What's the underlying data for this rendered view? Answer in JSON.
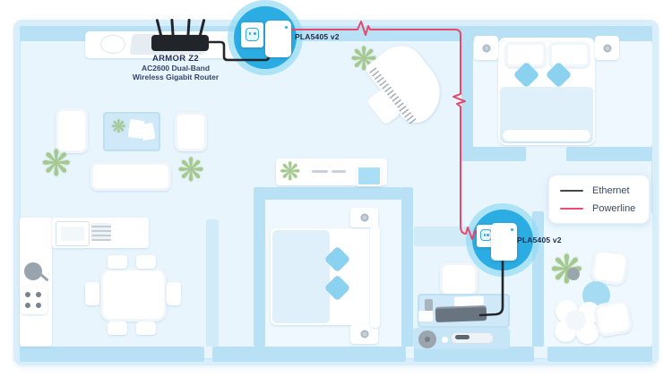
{
  "network": {
    "router": {
      "name": "ARMOR Z2",
      "desc1": "AC2600 Dual-Band",
      "desc2": "Wireless Gigabit Router"
    },
    "adapter1_label": "PLA5405 v2",
    "adapter2_label": "PLA5405 v2"
  },
  "legend": {
    "items": [
      {
        "label": "Ethernet",
        "color": "#43484f"
      },
      {
        "label": "Powerline",
        "color": "#ee4d71"
      }
    ]
  },
  "colors": {
    "ethernet_cable": "#24262b",
    "powerline_cable": "#e8486d",
    "hub_circle": "#2bade3",
    "wall": "#b9e1f5",
    "floor": "#e9f5fd"
  }
}
